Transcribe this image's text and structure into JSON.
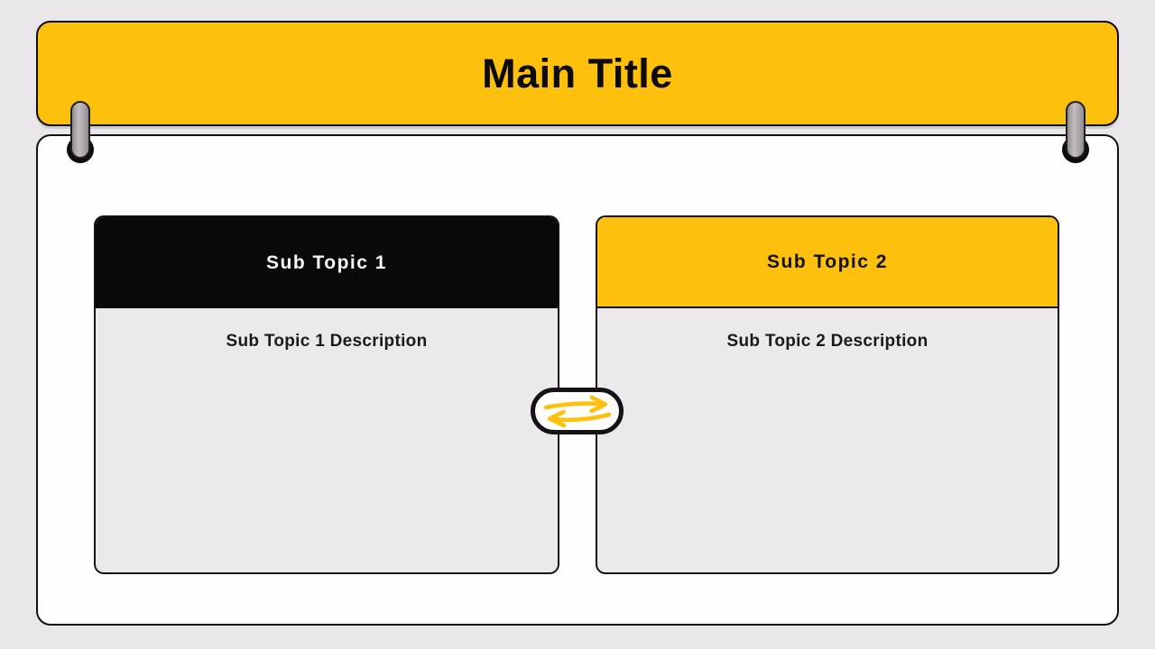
{
  "slide": {
    "background_color": "#e9e7ea",
    "panel_color": "#fffeff",
    "accent_color": "#fcc00d"
  },
  "header": {
    "title": "Main Title"
  },
  "cards": [
    {
      "title": "Sub Topic 1",
      "description": "Sub Topic 1 Description",
      "header_color": "#0b0a0b",
      "title_color": "#f7f5f7",
      "body_color": "#ebe9ec"
    },
    {
      "title": "Sub Topic 2",
      "description": "Sub Topic 2 Description",
      "header_color": "#fcc00d",
      "title_color": "#141214",
      "body_color": "#ebe9ec"
    }
  ],
  "connector": {
    "icon": "swap-arrows-icon",
    "arrow_color": "#fcc00d"
  },
  "decorations": {
    "pin_icon": "rivet-pin-icon",
    "pin_color": "#a8a4a8"
  }
}
